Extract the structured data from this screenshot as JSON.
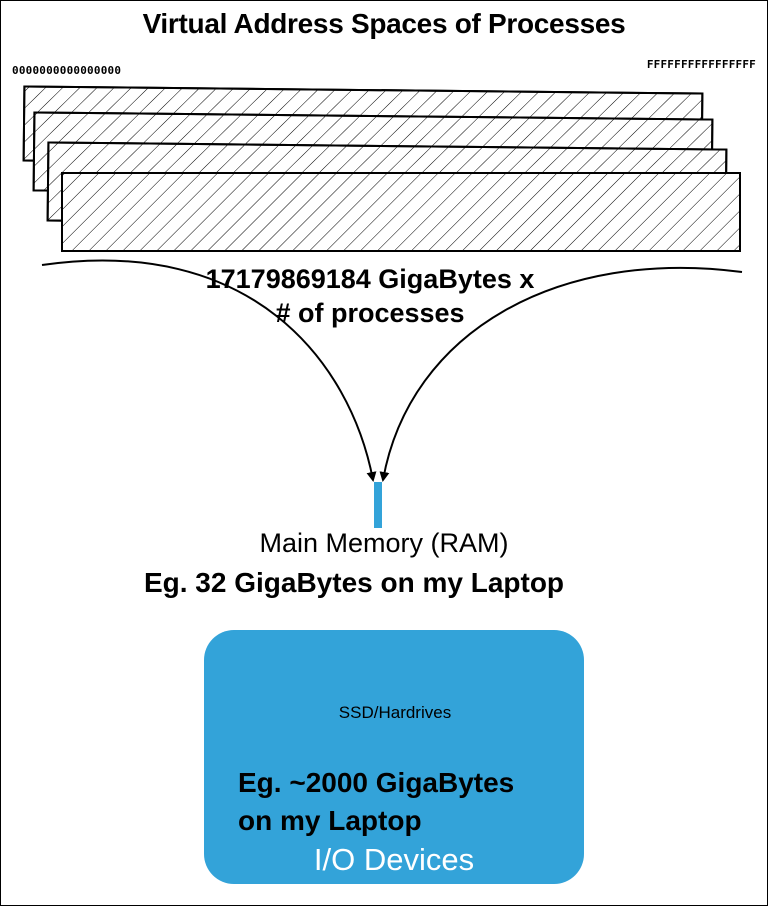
{
  "title": "Virtual Address Spaces of Processes",
  "address_range": {
    "start": "0000000000000000",
    "end": "FFFFFFFFFFFFFFFF"
  },
  "virtual_space_caption": {
    "line1": "17179869184 GigaBytes x",
    "line2": "# of processes"
  },
  "main_memory": {
    "label": "Main Memory (RAM)",
    "example": "Eg. 32 GigaBytes on my Laptop"
  },
  "io_devices": {
    "storage_label": "SSD/Hardrives",
    "example_line1": "Eg. ~2000 GigaBytes",
    "example_line2": "on my Laptop",
    "label": "I/O Devices"
  },
  "colors": {
    "accent": "#33a3d9",
    "io_label_text": "#ffffff"
  },
  "process_stack_count": 4
}
